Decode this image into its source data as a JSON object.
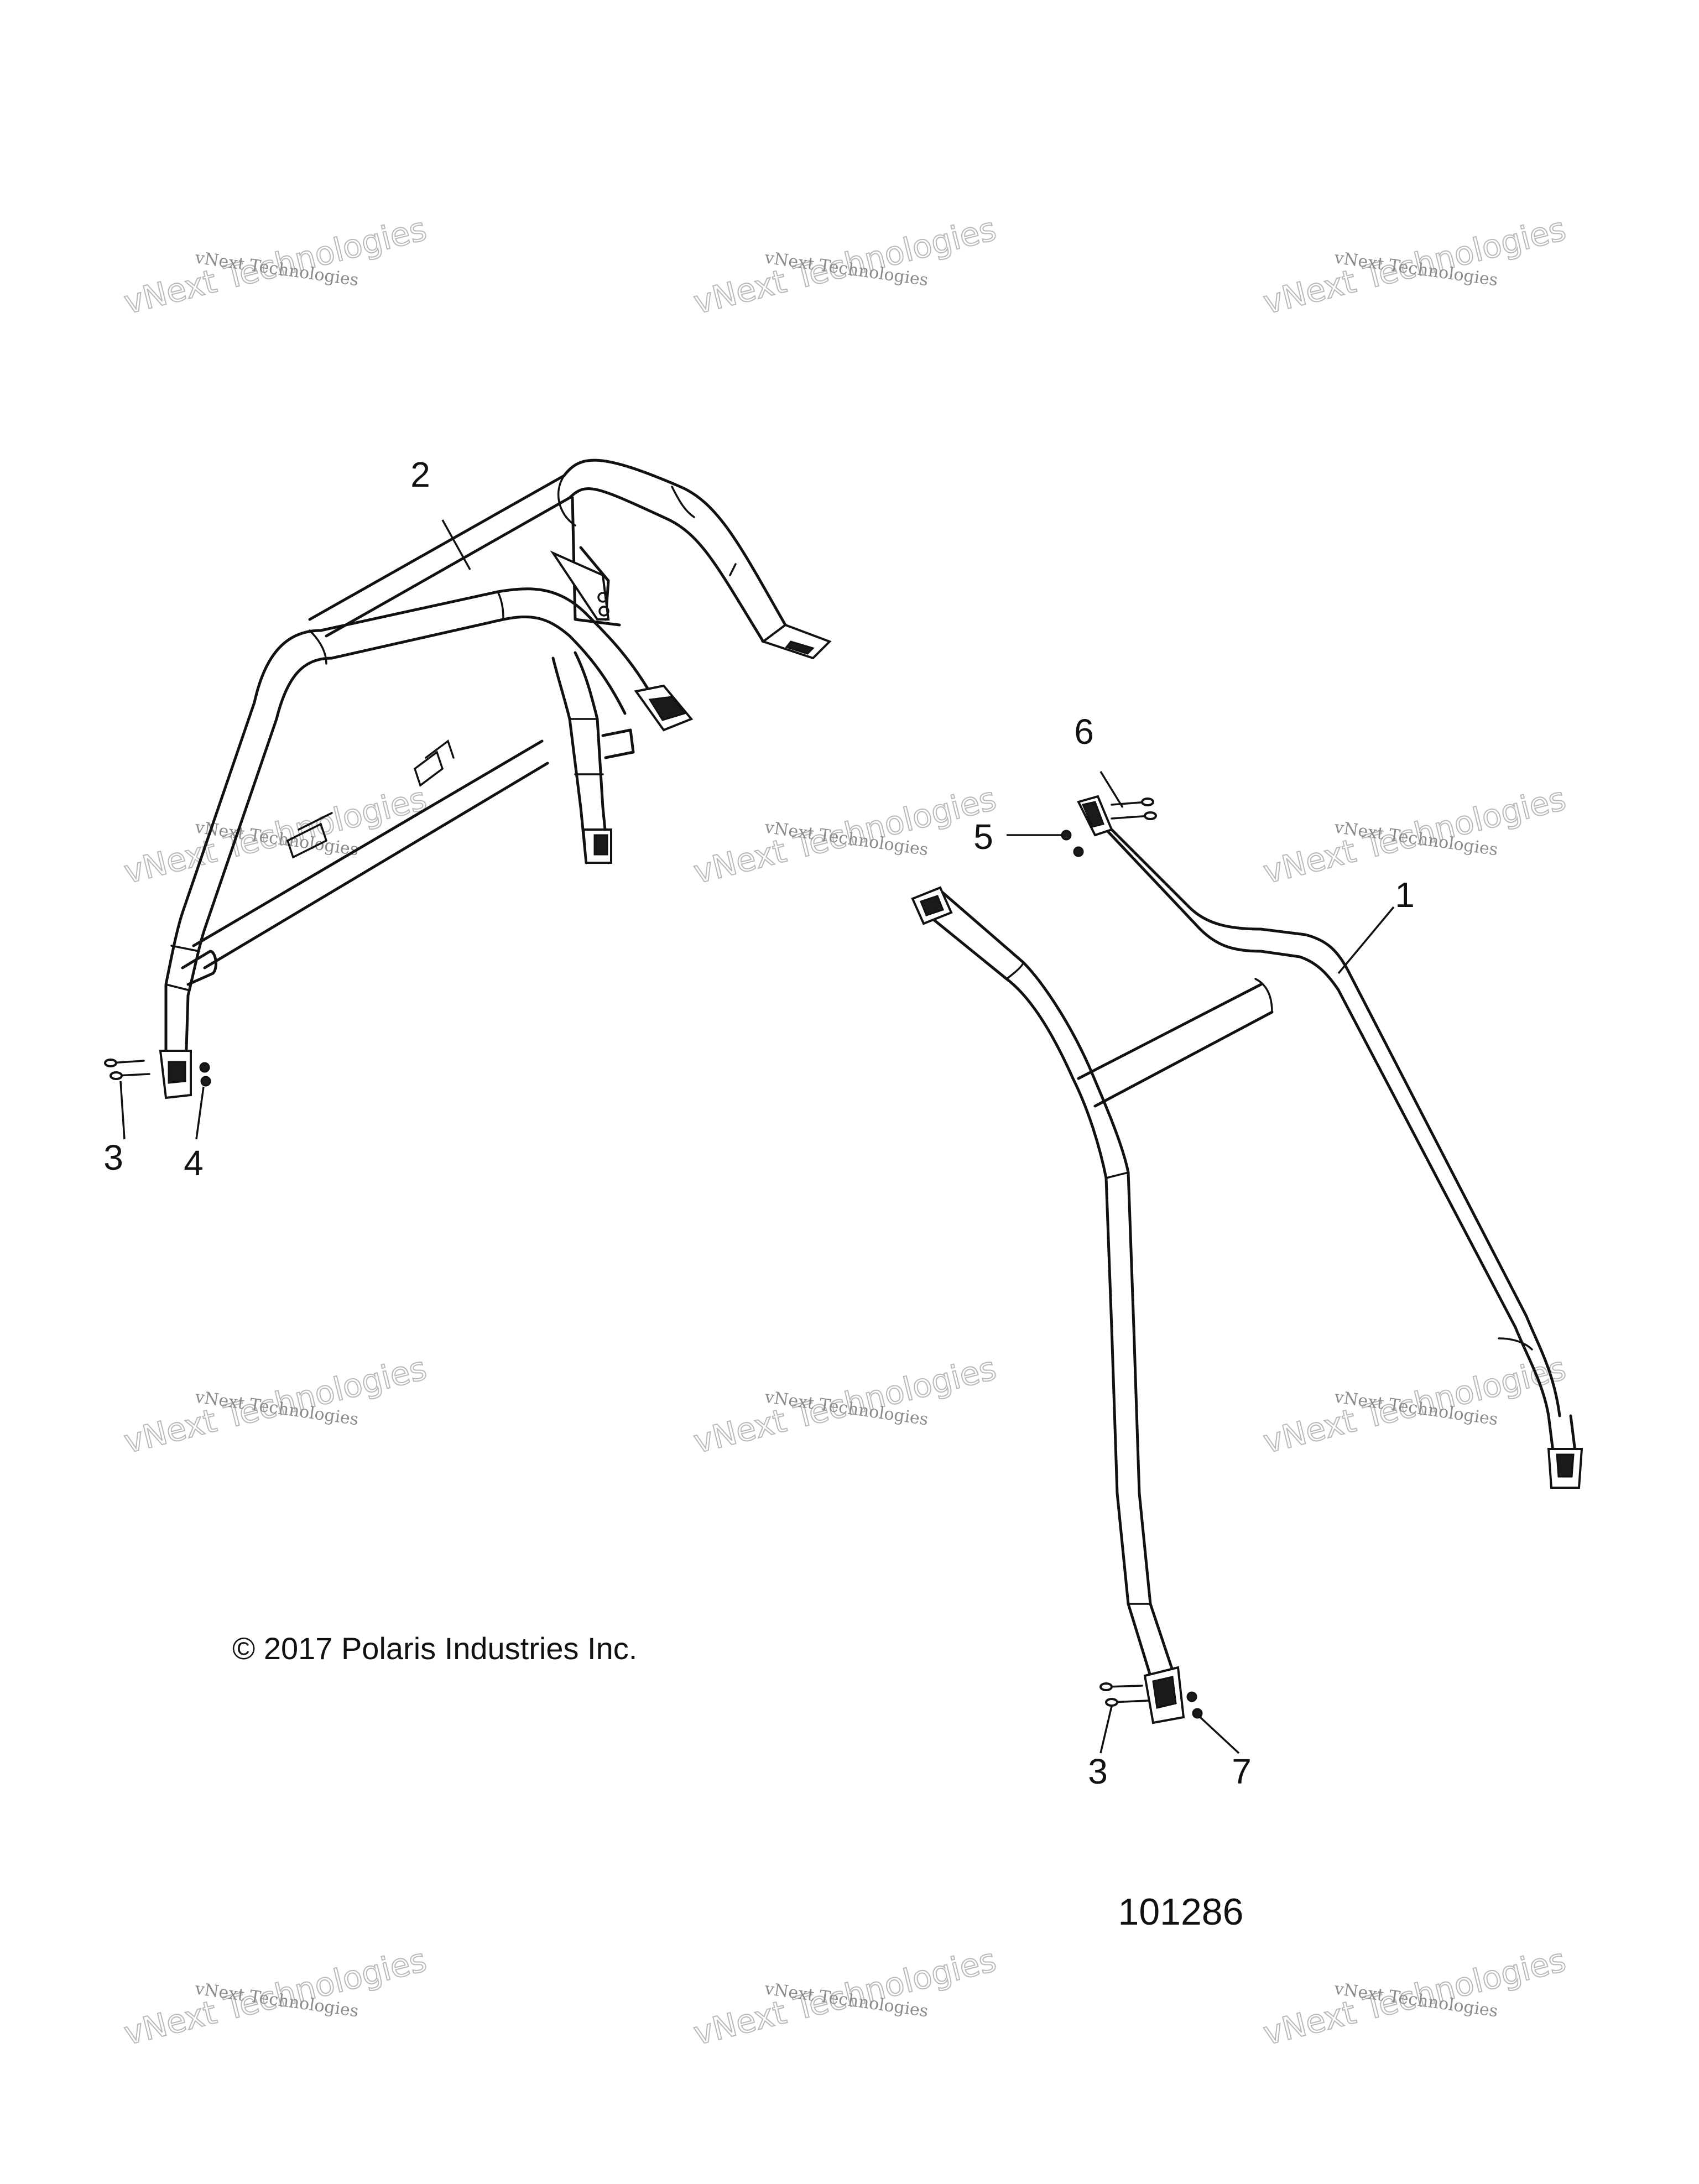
{
  "callouts": [
    {
      "id": "c1",
      "label": "1"
    },
    {
      "id": "c2",
      "label": "2"
    },
    {
      "id": "c3a",
      "label": "3"
    },
    {
      "id": "c3b",
      "label": "3"
    },
    {
      "id": "c4",
      "label": "4"
    },
    {
      "id": "c5",
      "label": "5"
    },
    {
      "id": "c6",
      "label": "6"
    },
    {
      "id": "c7",
      "label": "7"
    }
  ],
  "copyright": "© 2017 Polaris Industries Inc.",
  "figure_number": "101286",
  "watermark": {
    "line1": "vNext Technologies",
    "line2": "vNext Technologies",
    "color": "#b9b9b9"
  }
}
